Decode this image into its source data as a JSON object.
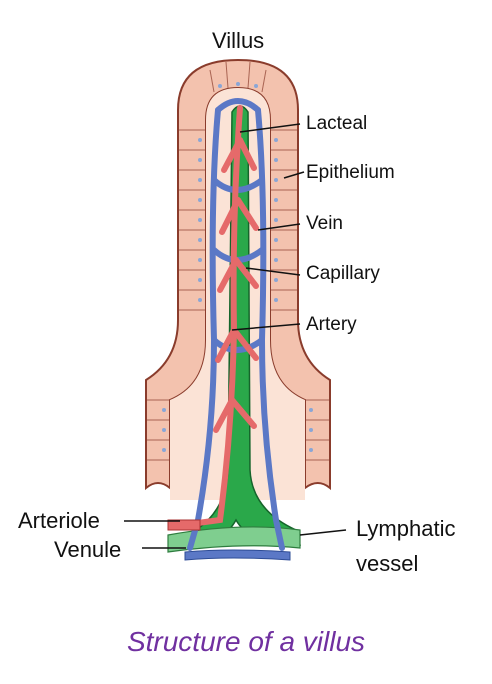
{
  "title": "Villus",
  "labels": {
    "lacteal": "Lacteal",
    "epithelium": "Epithelium",
    "vein": "Vein",
    "capillary": "Capillary",
    "artery": "Artery",
    "arteriole": "Arteriole",
    "venule": "Venule",
    "lymphatic_line1": "Lymphatic",
    "lymphatic_line2": "vessel"
  },
  "caption": "Structure of a villus",
  "colors": {
    "epithelium_fill": "#f3c2ae",
    "epithelium_outline": "#8a3c2c",
    "nuclei": "#8aa6d6",
    "lacteal": "#2aa84a",
    "artery": "#e56a6a",
    "vein": "#5b78c6",
    "caption": "#7030a0"
  }
}
